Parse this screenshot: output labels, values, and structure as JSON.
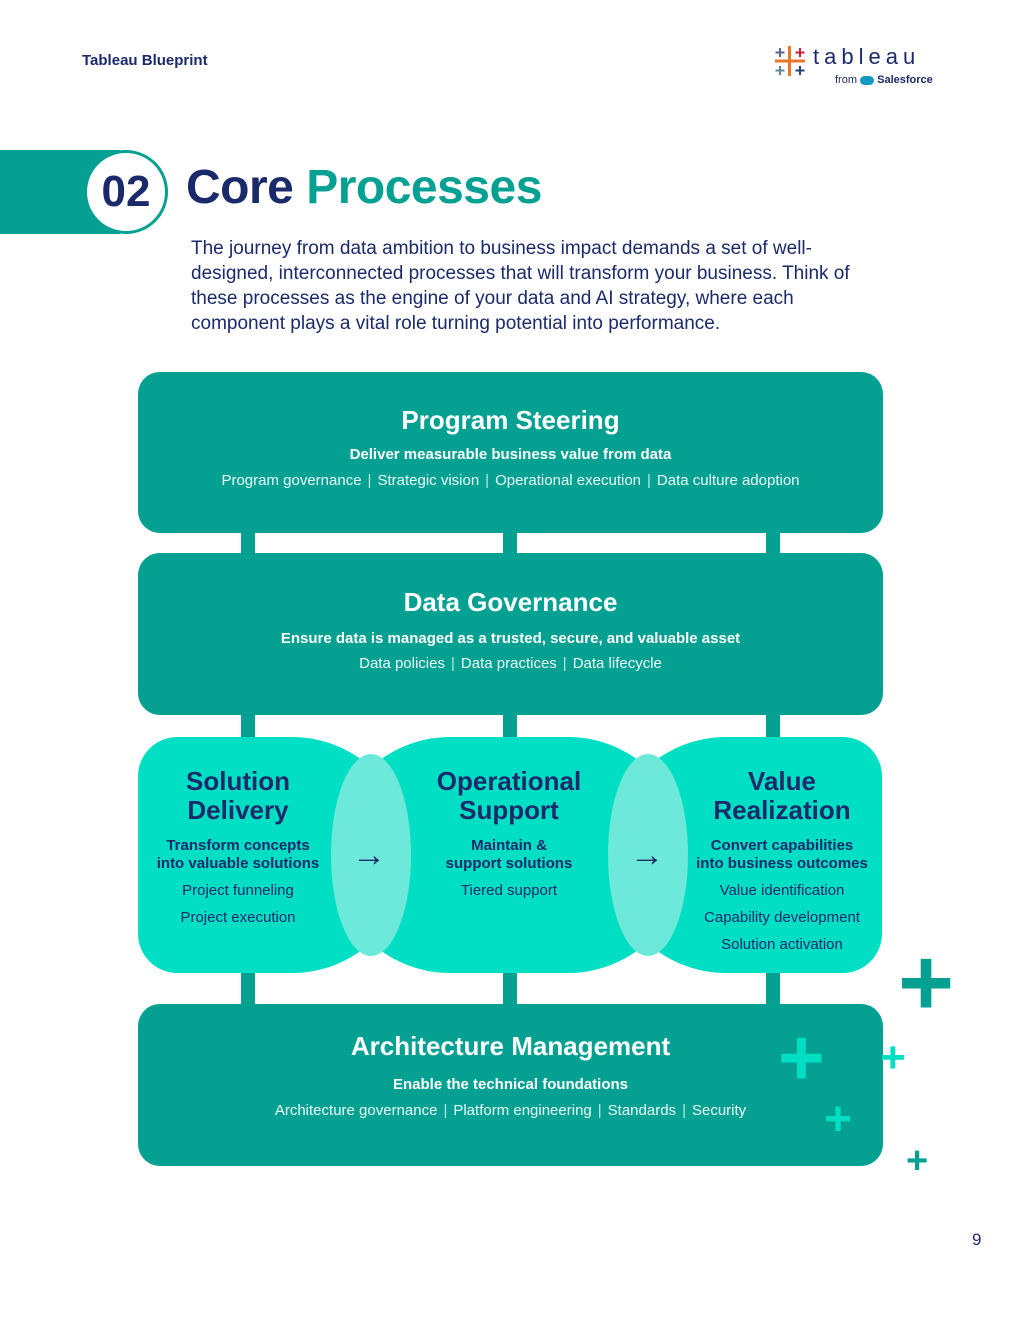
{
  "header": {
    "doc_title": "Tableau Blueprint",
    "logo_word": "tableau",
    "logo_from": "from",
    "logo_company": "Salesforce"
  },
  "section": {
    "number": "02",
    "title_part1": "Core",
    "title_part2": "Processes",
    "intro": "The journey from data ambition to business impact demands a set of well-designed, interconnected processes that will transform your business. Think of these processes as the engine of your data and AI strategy, where each component plays a vital role turning potential into performance."
  },
  "program_steering": {
    "title": "Program Steering",
    "subtitle": "Deliver measurable business value from data",
    "items": [
      "Program governance",
      "Strategic vision",
      "Operational execution",
      "Data culture adoption"
    ]
  },
  "data_governance": {
    "title": "Data Governance",
    "subtitle": "Ensure data is managed as a trusted, secure, and valuable asset",
    "items": [
      "Data policies",
      "Data practices",
      "Data lifecycle"
    ]
  },
  "solution_delivery": {
    "title_line1": "Solution",
    "title_line2": "Delivery",
    "sub_line1": "Transform concepts",
    "sub_line2": "into valuable solutions",
    "items": [
      "Project funneling",
      "Project execution"
    ]
  },
  "operational_support": {
    "title_line1": "Operational",
    "title_line2": "Support",
    "sub_line1": "Maintain &",
    "sub_line2": "support solutions",
    "items": [
      "Tiered support"
    ]
  },
  "value_realization": {
    "title_line1": "Value",
    "title_line2": "Realization",
    "sub_line1": "Convert capabilities",
    "sub_line2": "into business outcomes",
    "items": [
      "Value identification",
      "Capability development",
      "Solution activation"
    ]
  },
  "architecture_management": {
    "title": "Architecture Management",
    "subtitle": "Enable the technical foundations",
    "items": [
      "Architecture governance",
      "Platform engineering",
      "Standards",
      "Security"
    ]
  },
  "arrows": {
    "glyph": "→"
  },
  "decor": {
    "plus_glyph": "+"
  },
  "footer": {
    "page_number": "9"
  },
  "colors": {
    "teal_dark": "#04a092",
    "teal_bright": "#00dfc4",
    "teal_light": "#6ce9d9",
    "navy": "#1b2a6b"
  }
}
